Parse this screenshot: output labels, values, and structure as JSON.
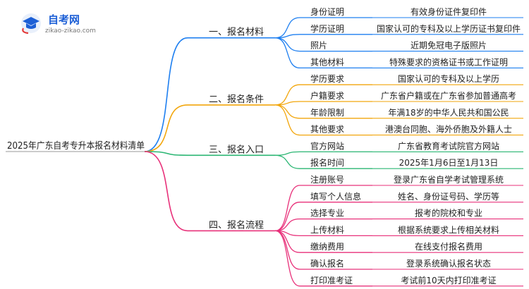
{
  "logo": {
    "name": "自考网",
    "url": "zikao-zikao.com"
  },
  "root": "2025年广东自考专升本报名材料清单",
  "colors": {
    "branch1": "#1e7ff0",
    "branch2": "#f2a60c",
    "branch3": "#2bb673",
    "branch4": "#e8317a",
    "text": "#222222",
    "logo_blue": "#1c5fd6"
  },
  "branches": [
    {
      "title": "一、报名材料",
      "color": "branch1",
      "items": [
        {
          "key": "身份证明",
          "value": "有效身份证件复印件"
        },
        {
          "key": "学历证明",
          "value": "国家认可的专科及以上学历证书复印件"
        },
        {
          "key": "照片",
          "value": "近期免冠电子版照片"
        },
        {
          "key": "其他材料",
          "value": "特殊要求的资格证书或工作证明"
        }
      ]
    },
    {
      "title": "二、报名条件",
      "color": "branch2",
      "items": [
        {
          "key": "学历要求",
          "value": "国家认可的专科及以上学历"
        },
        {
          "key": "户籍要求",
          "value": "广东省户籍或在广东省参加普通高考"
        },
        {
          "key": "年龄限制",
          "value": "年满18岁的中华人民共和国公民"
        },
        {
          "key": "其他要求",
          "value": "港澳台同胞、海外侨胞及外籍人士"
        }
      ]
    },
    {
      "title": "三、报名入口",
      "color": "branch3",
      "items": [
        {
          "key": "官方网站",
          "value": "广东省教育考试院官方网站"
        },
        {
          "key": "报名时间",
          "value": "2025年1月6日至1月13日"
        }
      ]
    },
    {
      "title": "四、报名流程",
      "color": "branch4",
      "items": [
        {
          "key": "注册账号",
          "value": "登录广东省自学考试管理系统"
        },
        {
          "key": "填写个人信息",
          "value": "姓名、身份证号码、学历等"
        },
        {
          "key": "选择专业",
          "value": "报考的院校和专业"
        },
        {
          "key": "上传材料",
          "value": "根据系统要求上传相关材料"
        },
        {
          "key": "缴纳费用",
          "value": "在线支付报名费用"
        },
        {
          "key": "确认报名",
          "value": "登录系统确认报名状态"
        },
        {
          "key": "打印准考证",
          "value": "考试前10天内打印准考证"
        }
      ]
    }
  ]
}
